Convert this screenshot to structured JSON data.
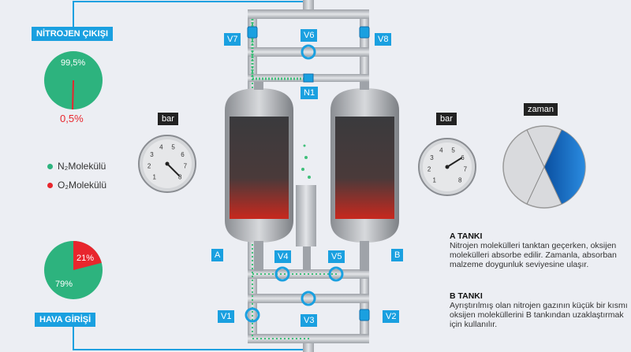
{
  "outlet_label": "NİTROJEN ÇIKIŞI",
  "inlet_label": "HAVA GİRİŞİ",
  "outlet_pie": {
    "n2_pct": 99.5,
    "o2_pct": 0.5,
    "n2_text": "99,5%",
    "o2_text": "0,5%"
  },
  "inlet_pie": {
    "n2_pct": 79,
    "o2_pct": 21,
    "n2_text": "79%",
    "o2_text": "21%"
  },
  "legend": {
    "n2": "N₂Molekülü",
    "o2": "O₂Molekülü"
  },
  "colors": {
    "n2": "#2db37e",
    "o2": "#e8262d",
    "accent": "#1aa0e0"
  },
  "gauge_left": {
    "label": "bar",
    "ticks": [
      "1",
      "2",
      "3",
      "4",
      "5",
      "6",
      "7",
      "8"
    ],
    "value": 8
  },
  "gauge_right": {
    "label": "bar",
    "ticks": [
      "1",
      "2",
      "3",
      "4",
      "5",
      "6",
      "7",
      "8"
    ],
    "value": 6
  },
  "timer": {
    "label": "zaman"
  },
  "valves": {
    "v1": "V1",
    "v2": "V2",
    "v3": "V3",
    "v4": "V4",
    "v5": "V5",
    "v6": "V6",
    "v7": "V7",
    "v8": "V8",
    "n1": "N1"
  },
  "tanks": {
    "a": "A",
    "b": "B"
  },
  "desc": {
    "a_title": "A TANKI",
    "a_text": "Nitrojen molekülleri tanktan geçerken, oksijen molekülleri absorbe edilir. Zamanla, absorban malzeme doygunluk seviyesine ulaşır.",
    "b_title": "B TANKI",
    "b_text": "Ayrıştırılmış olan nitrojen gazının küçük bir kısmı oksijen moleküllerini B tankından uzaklaştırmak için kullanılır."
  }
}
